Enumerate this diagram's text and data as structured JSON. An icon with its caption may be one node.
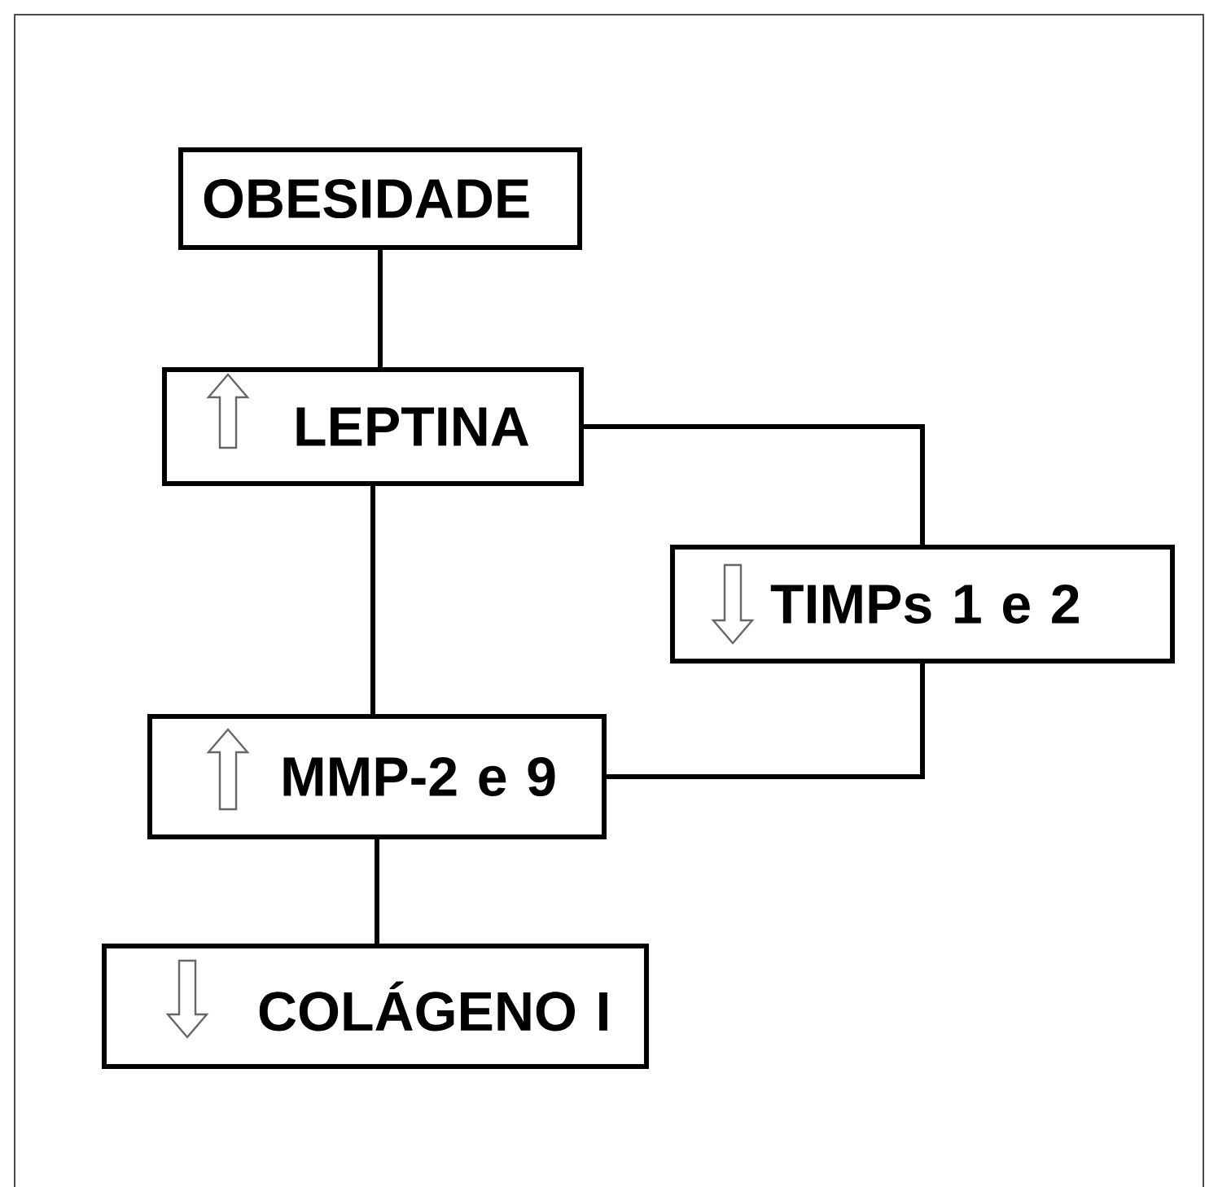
{
  "diagram": {
    "nodes": [
      {
        "text": [
          "OBESIDADE"
        ]
      },
      {
        "text": [
          "LEPTINA"
        ]
      },
      {
        "text": [
          "TIMPs 1 e 2"
        ]
      },
      {
        "text": [
          "MMP-2 e 9"
        ]
      },
      {
        "text": [
          "COLÁGENO I"
        ]
      }
    ],
    "edges": [
      {
        "from": 0,
        "to": 1,
        "arrow": "none"
      },
      {
        "from": 1,
        "to": 2,
        "arrow": "none"
      },
      {
        "from": 2,
        "to": 3,
        "arrow": "none"
      },
      {
        "from": 1,
        "to": 3,
        "arrow": "none"
      },
      {
        "from": 3,
        "to": 4,
        "arrow": "none"
      }
    ]
  }
}
